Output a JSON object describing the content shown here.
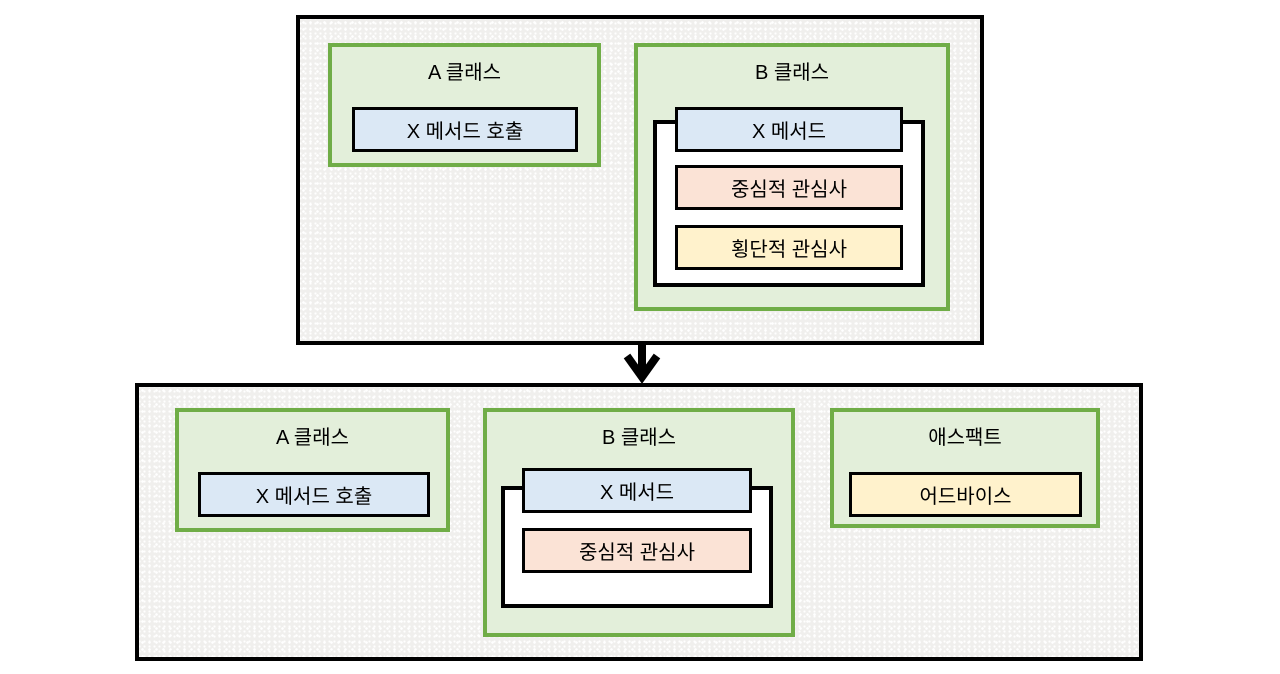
{
  "panels": {
    "before": {
      "a_class": {
        "title": "A 클래스",
        "method_call": "X 메서드 호출"
      },
      "b_class": {
        "title": "B 클래스",
        "method": "X 메서드",
        "core_concern": "중심적 관심사",
        "cross_cutting_concern": "횡단적 관심사"
      }
    },
    "after": {
      "a_class": {
        "title": "A 클래스",
        "method_call": "X 메서드 호출"
      },
      "b_class": {
        "title": "B 클래스",
        "method": "X 메서드",
        "core_concern": "중심적 관심사"
      },
      "aspect": {
        "title": "애스팩트",
        "advice": "어드바이스"
      }
    }
  },
  "icons": {
    "flow_arrow": "down-arrow"
  },
  "colors": {
    "panel_fill": "#f0efed",
    "panel_border": "#000000",
    "class_fill": "#e3efda",
    "class_border": "#70ad47",
    "method_fill": "#dbe8f5",
    "core_concern_fill": "#fbe3d6",
    "cross_cutting_fill": "#fff2cc",
    "advice_fill": "#fff2cc",
    "container_fill": "#ffffff",
    "box_border": "#000000",
    "arrow_color": "#000000"
  }
}
